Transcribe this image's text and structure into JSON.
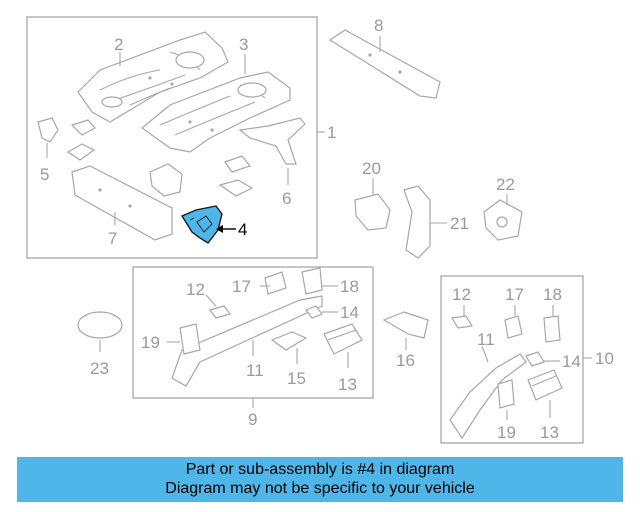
{
  "colors": {
    "highlight": "#4fb6ea",
    "banner": "#4fb6ea",
    "line": "#a7a7a7",
    "text": "#9a9a9a"
  },
  "labels": {
    "p1": "1",
    "p2": "2",
    "p3": "3",
    "p4": "4",
    "p5": "5",
    "p6": "6",
    "p7": "7",
    "p8": "8",
    "p9": "9",
    "p10": "10",
    "p20": "20",
    "p21": "21",
    "p22": "22",
    "p23": "23",
    "left_box": {
      "p12": "12",
      "p17": "17",
      "p18": "18",
      "p14": "14",
      "p19": "19",
      "p11": "11",
      "p15": "15",
      "p13": "13",
      "p16": "16"
    },
    "right_box": {
      "p12": "12",
      "p17": "17",
      "p18": "18",
      "p11": "11",
      "p14": "14",
      "p19": "19",
      "p13": "13"
    }
  },
  "banner": {
    "line1": "Part or sub-assembly is #4 in diagram",
    "line2": "Diagram may not be specific to your vehicle"
  }
}
